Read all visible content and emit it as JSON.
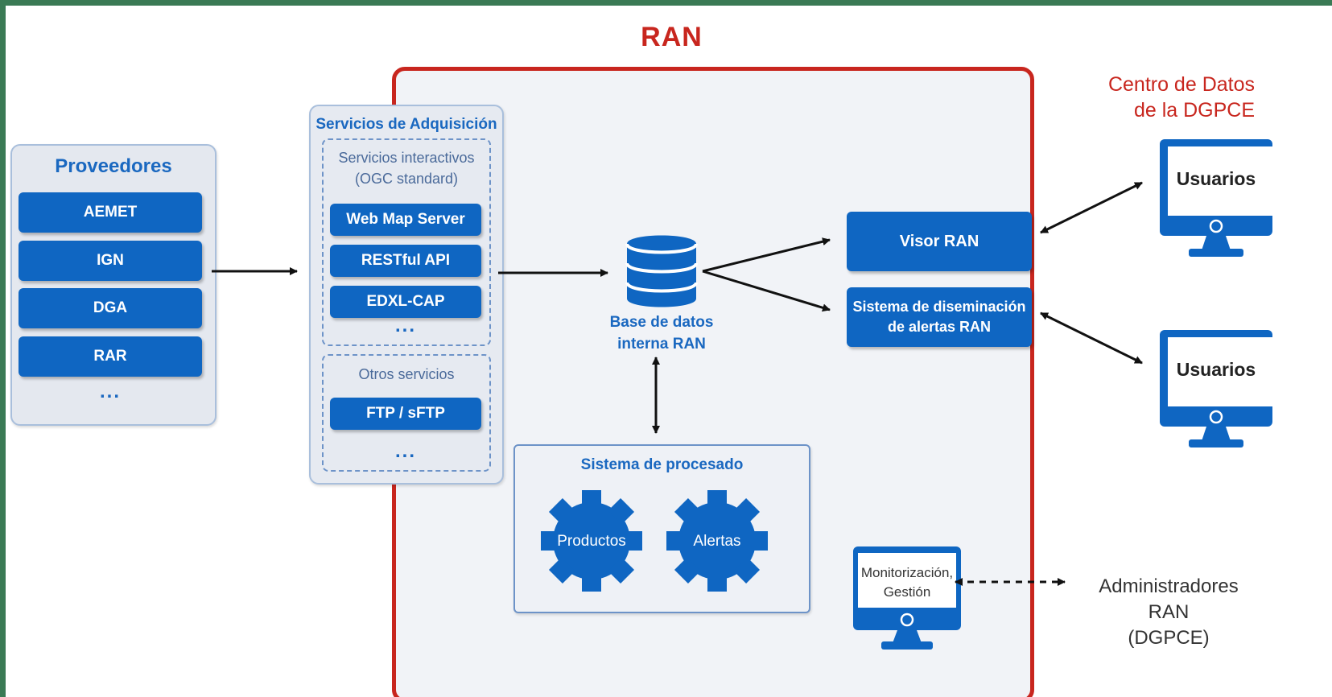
{
  "title": "RAN",
  "datacenter": {
    "label_line1": "Centro de Datos",
    "label_line2": "de la DGPCE"
  },
  "proveedores": {
    "title": "Proveedores",
    "items": [
      "AEMET",
      "IGN",
      "DGA",
      "RAR"
    ],
    "more": "..."
  },
  "adquisicion": {
    "title": "Servicios de Adquisición",
    "interactive": {
      "line1": "Servicios interactivos",
      "line2": "(OGC standard)",
      "items": [
        "Web Map Server",
        "RESTful API",
        "EDXL-CAP"
      ],
      "more": "..."
    },
    "otros": {
      "label": "Otros servicios",
      "items": [
        "FTP / sFTP"
      ],
      "more": "..."
    }
  },
  "database": {
    "line1": "Base de datos",
    "line2": "interna RAN"
  },
  "procesado": {
    "title": "Sistema de procesado",
    "gears": [
      "Productos",
      "Alertas"
    ]
  },
  "visor": {
    "label": "Visor RAN"
  },
  "diseminacion": {
    "line1": "Sistema de diseminación",
    "line2": "de alertas RAN"
  },
  "usuarios": [
    "Usuarios",
    "Usuarios"
  ],
  "monitor": {
    "line1": "Monitorización,",
    "line2": "Gestión"
  },
  "admin": {
    "line1": "Administradores RAN",
    "line2": "(DGPCE)"
  },
  "colors": {
    "red": "#c8261e",
    "blue": "#0f66c2",
    "panel_bg": "#e4e8ef",
    "frame_green": "#3a7a55"
  }
}
